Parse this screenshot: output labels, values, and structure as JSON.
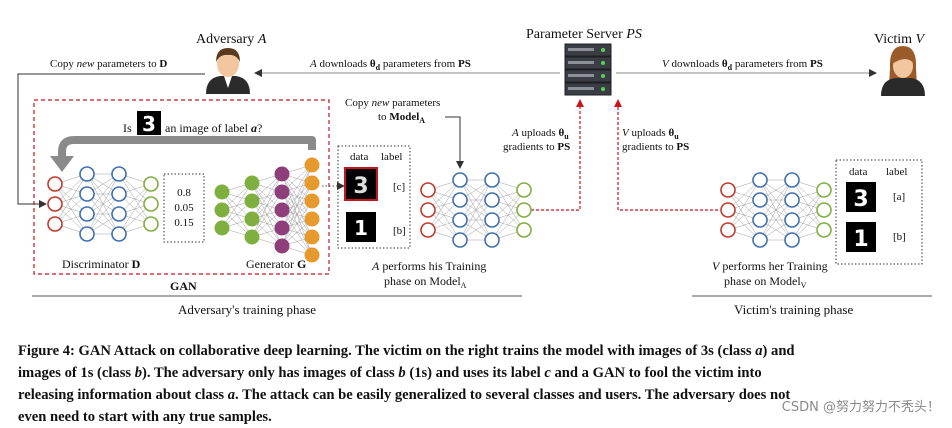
{
  "adversary": {
    "title": "Adversary",
    "title_var": "A"
  },
  "server": {
    "title": "Parameter Server",
    "title_var": "PS"
  },
  "victim": {
    "title": "Victim",
    "title_var": "V"
  },
  "arrows": {
    "copy_to_d": {
      "pre": "Copy",
      "em": "new",
      "post": "parameters to",
      "bold": "D"
    },
    "a_downloads": {
      "var": "A",
      "text": "downloads",
      "theta": "θ",
      "sub": "d",
      "post": "parameters from",
      "bold": "PS"
    },
    "v_downloads": {
      "var": "V",
      "text": "downloads",
      "theta": "θ",
      "sub": "d",
      "post": "parameters from",
      "bold": "PS"
    },
    "copy_to_model": {
      "pre": "Copy",
      "em": "new",
      "post": "parameters",
      "line2": "to",
      "bold": "Model",
      "sub": "A"
    },
    "a_uploads": {
      "var": "A",
      "text": "uploads",
      "theta": "θ",
      "sub": "u",
      "line2": "gradients to",
      "bold": "PS"
    },
    "v_uploads": {
      "var": "V",
      "text": "uploads",
      "theta": "θ",
      "sub": "u",
      "line2": "gradients to",
      "bold": "PS"
    }
  },
  "gan": {
    "question_pre": "Is",
    "question_digit": "3",
    "question_post": "an image of label",
    "question_var": "a",
    "question_end": "?",
    "outputs": [
      "0.8",
      "0.05",
      "0.15"
    ],
    "discriminator": "Discriminator",
    "discriminator_bold": "D",
    "generator": "Generator",
    "generator_bold": "G",
    "box_label": "GAN"
  },
  "adv_table": {
    "data_header": "data",
    "label_header": "label",
    "rows": [
      {
        "digit": "3",
        "label": "[c]"
      },
      {
        "digit": "1",
        "label": "[b]"
      }
    ]
  },
  "victim_table": {
    "data_header": "data",
    "label_header": "label",
    "rows": [
      {
        "digit": "3",
        "label": "[a]"
      },
      {
        "digit": "1",
        "label": "[b]"
      }
    ]
  },
  "adv_training": {
    "var": "A",
    "line1": "performs his Training",
    "line2": "phase on Model",
    "sub": "A"
  },
  "victim_training": {
    "var": "V",
    "line1": "performs her Training",
    "line2": "phase on Model",
    "sub": "V"
  },
  "phases": {
    "adversary": "Adversary's training phase",
    "victim": "Victim's training phase"
  },
  "caption": {
    "lines": [
      [
        {
          "t": "Figure 4: GAN Attack on collaborative deep learning. The victim on the right trains the model with images of 3s (class "
        },
        {
          "t": "a",
          "i": true
        },
        {
          "t": ") and"
        }
      ],
      [
        {
          "t": "images of 1s (class "
        },
        {
          "t": "b",
          "i": true
        },
        {
          "t": "). The adversary only has images of class "
        },
        {
          "t": "b",
          "i": true
        },
        {
          "t": " (1s) and uses its label "
        },
        {
          "t": "c",
          "i": true
        },
        {
          "t": " and a GAN to fool the victim into"
        }
      ],
      [
        {
          "t": "releasing information about class "
        },
        {
          "t": "a",
          "i": true
        },
        {
          "t": ". The attack can be easily generalized to several classes and users. The adversary does not"
        }
      ],
      [
        {
          "t": "even need to start with any true samples."
        }
      ]
    ]
  },
  "watermark": "CSDN @努力努力不秃头！",
  "colors": {
    "red": "#c0392b",
    "blue": "#3f6fb0",
    "green": "#7fb03f",
    "purple": "#8e3f7a",
    "orange": "#e69a2e",
    "dashed_red": "#c8161d",
    "arrow_gray": "#888888",
    "text": "#111111"
  },
  "icons": {
    "adversary": "man-avatar-icon",
    "victim": "woman-avatar-icon",
    "server": "server-rack-icon",
    "feedback": "curved-arrow-icon"
  }
}
